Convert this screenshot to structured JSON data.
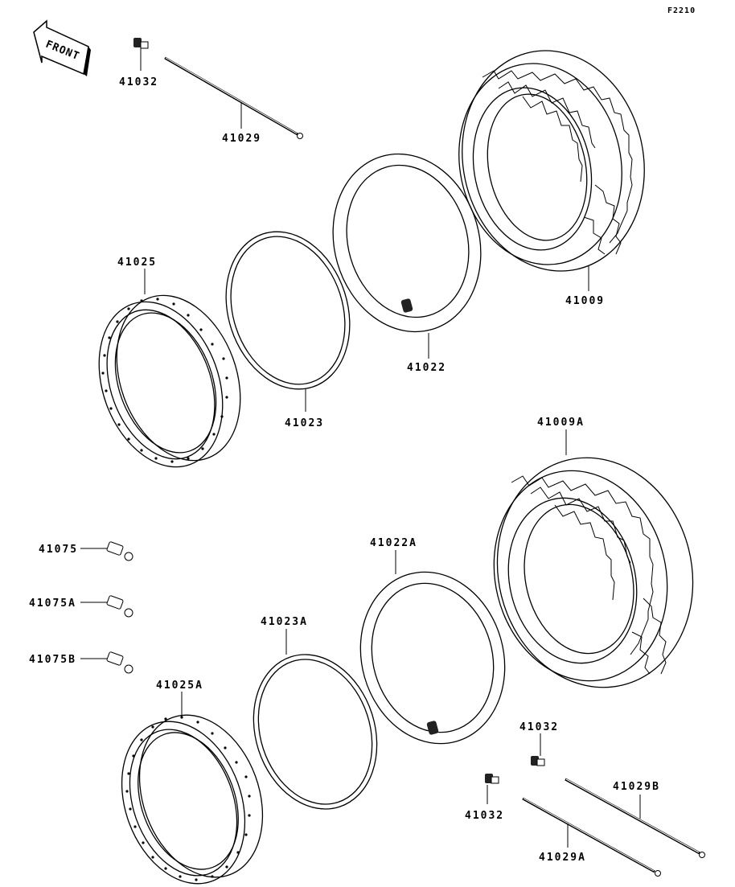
{
  "figure_ref": "F2210",
  "front_label": "FRONT",
  "parts": {
    "p41032_top": "41032",
    "p41029": "41029",
    "p41025": "41025",
    "p41023": "41023",
    "p41022": "41022",
    "p41009": "41009",
    "p41009A": "41009A",
    "p41075": "41075",
    "p41075A": "41075A",
    "p41075B": "41075B",
    "p41022A": "41022A",
    "p41023A": "41023A",
    "p41025A": "41025A",
    "p41032_right": "41032",
    "p41032_low": "41032",
    "p41029B": "41029B",
    "p41029A": "41029A"
  }
}
